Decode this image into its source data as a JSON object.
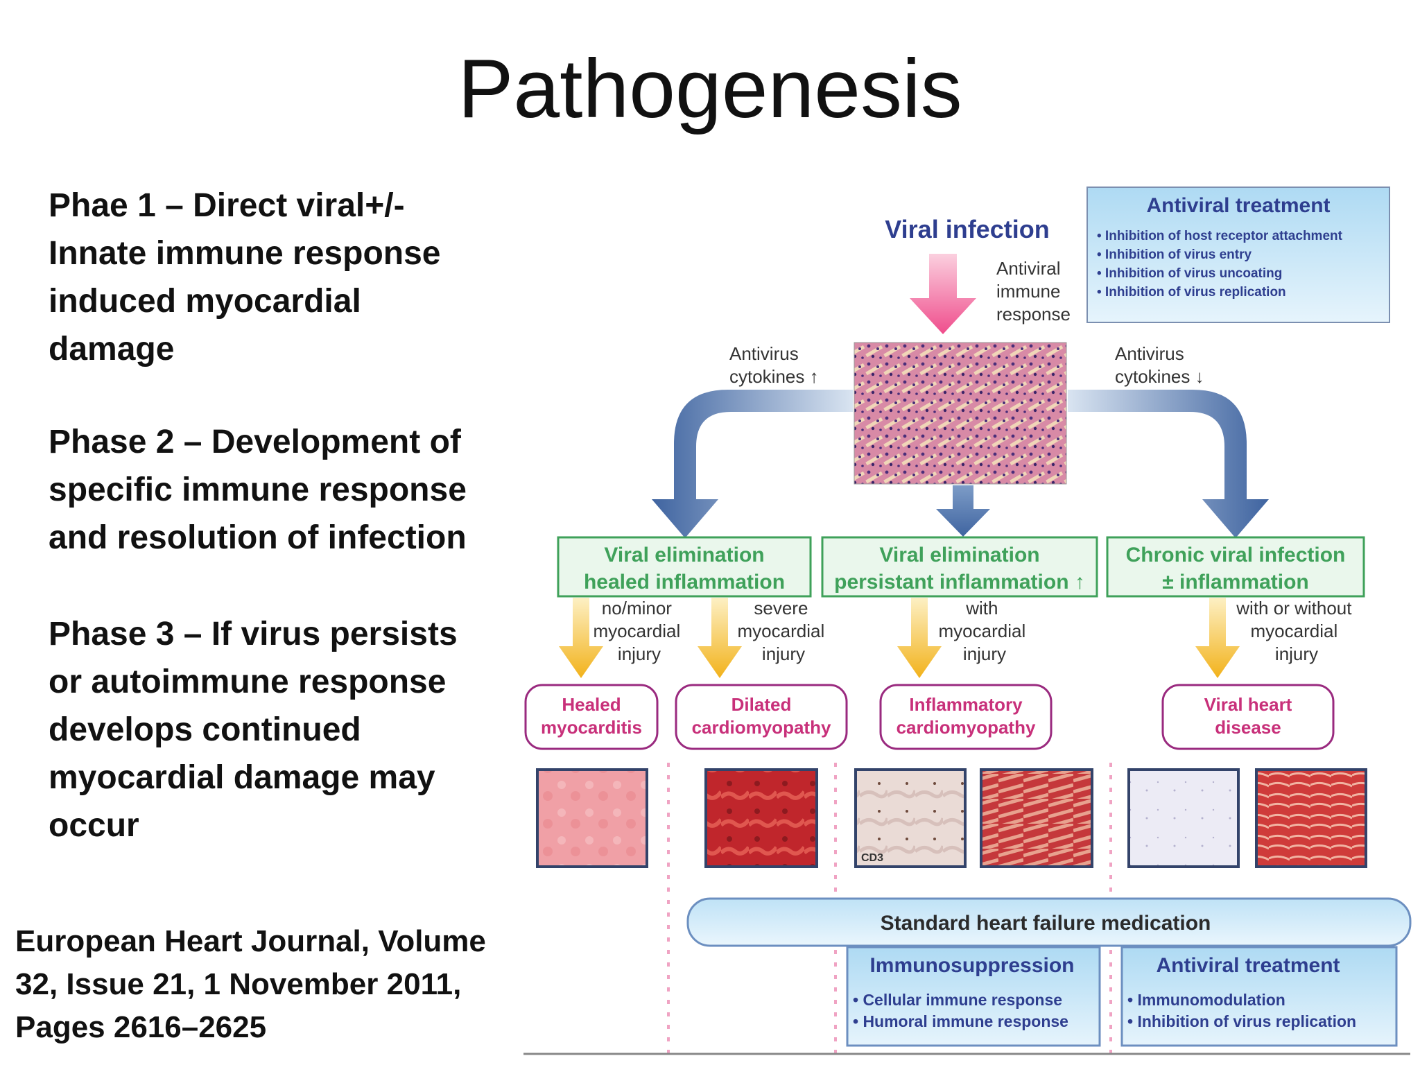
{
  "slide": {
    "title": "Pathogenesis",
    "phases": [
      "Phae 1 – Direct viral+/-\nInnate immune response\ninduced myocardial\ndamage",
      "Phase 2 – Development of\nspecific immune response\nand resolution of infection",
      "Phase 3 – If virus persists\nor autoimmune response\ndevelops continued\nmyocardial damage may\noccur"
    ],
    "reference": "European Heart Journal, Volume\n32, Issue 21, 1 November 2011,\nPages 2616–2625"
  },
  "diagram": {
    "viral_infection": "Viral infection",
    "antiviral_immune": [
      "Antiviral",
      "immune",
      "response"
    ],
    "antivirus_cytokines_up": [
      "Antivirus",
      "cytokines ↑"
    ],
    "antivirus_cytokines_down": [
      "Antivirus",
      "cytokines ↓"
    ],
    "antiviral_treatment_top": {
      "title": "Antiviral treatment",
      "items": [
        "• Inhibition of host receptor attachment",
        "• Inhibition of virus entry",
        "• Inhibition of virus uncoating",
        "• Inhibition of virus replication"
      ]
    },
    "outcomes": [
      [
        "Viral elimination",
        "healed inflammation"
      ],
      [
        "Viral elimination",
        "persistant inflammation ↑"
      ],
      [
        "Chronic viral infection",
        "± inflammation"
      ]
    ],
    "injury_labels": [
      [
        "no/minor",
        "myocardial",
        "injury"
      ],
      [
        "severe",
        "myocardial",
        "injury"
      ],
      [
        "with",
        "myocardial",
        "injury"
      ],
      [
        "with or without",
        "myocardial",
        "injury"
      ]
    ],
    "diseases": [
      [
        "Healed",
        "myocarditis"
      ],
      [
        "Dilated",
        "cardiomyopathy"
      ],
      [
        "Inflammatory",
        "cardiomyopathy"
      ],
      [
        "Viral heart",
        "disease"
      ]
    ],
    "micro_label": "CD3",
    "standard_medication": "Standard heart failure medication",
    "immunosuppression": {
      "title": "Immunosuppression",
      "items": [
        "• Cellular immune response",
        "• Humoral immune response"
      ]
    },
    "antiviral_treatment_bottom": {
      "title": "Antiviral treatment",
      "items": [
        "• Immunomodulation",
        "• Inhibition of virus replication"
      ]
    },
    "colors": {
      "accent_blue": "#2e3e8f",
      "box_green": "#3fa15a",
      "disease_purple": "#9a2a7f",
      "arrow_blue": "#4a6fa5",
      "arrow_pink": "#ef4d8c",
      "arrow_yellow": "#f2b21b",
      "light_blue_fill": "#d7ecf8"
    }
  }
}
